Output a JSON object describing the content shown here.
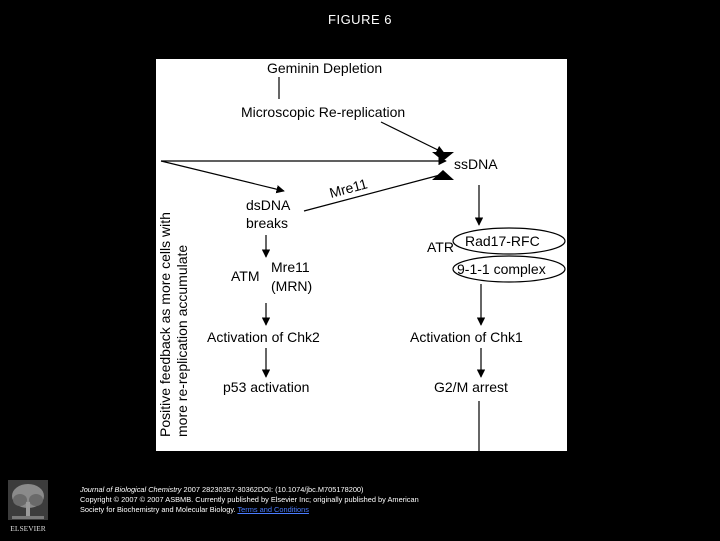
{
  "header": {
    "title": "FIGURE 6"
  },
  "diagram": {
    "nodes": {
      "geminin": "Geminin Depletion",
      "rerep": "Microscopic Re-replication",
      "ssdna": "ssDNA",
      "dsdna_line1": "dsDNA",
      "dsdna_line2": "breaks",
      "mre11_edge": "Mre11",
      "atr": "ATR",
      "rad17": "Rad17-RFC",
      "complex911": "9-1-1 complex",
      "atm": "ATM",
      "mre11_line1": "Mre11",
      "mre11_line2": "(MRN)",
      "chk2": "Activation of Chk2",
      "chk1": "Activation of Chk1",
      "p53": "p53 activation",
      "g2m": "G2/M arrest"
    },
    "feedback_line1": "Positive feedback as more cells with",
    "feedback_line2": "more re-replication  accumulate"
  },
  "footer": {
    "publisher": "ELSEVIER",
    "journal": "Journal of Biological Chemistry",
    "citation_rest": " 2007 28230357-30362DOI: (10.1074/jbc.M705178200)",
    "copyright": "Copyright © 2007 © 2007 ASBMB. Currently published by Elsevier Inc; originally published by American",
    "society": "Society for Biochemistry and Molecular Biology.",
    "terms_link": "Terms and Conditions"
  }
}
